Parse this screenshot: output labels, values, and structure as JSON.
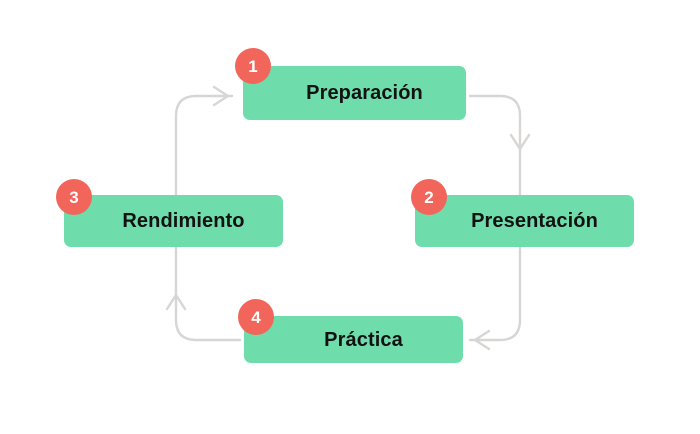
{
  "diagram": {
    "type": "cycle",
    "direction": "clockwise",
    "background_color": "#ffffff",
    "node_color": "#6edcab",
    "badge_color": "#f2655a",
    "label_color": "#121212",
    "connector_color": "#d8d6d4",
    "nodes": [
      {
        "number": "1",
        "label": "Preparación"
      },
      {
        "number": "2",
        "label": "Presentación"
      },
      {
        "number": "3",
        "label": "Rendimiento"
      },
      {
        "number": "4",
        "label": "Práctica"
      }
    ],
    "connectors": [
      {
        "name": "arrow-into-preparacion",
        "direction": "right"
      },
      {
        "name": "arrow-toward-presentacion",
        "direction": "down"
      },
      {
        "name": "arrow-into-practica",
        "direction": "left"
      },
      {
        "name": "arrow-toward-rendimiento",
        "direction": "up"
      }
    ]
  }
}
